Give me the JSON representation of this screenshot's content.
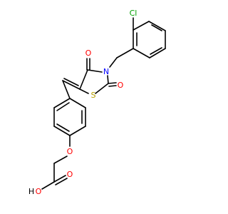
{
  "atom_labels": {
    "cl": "Cl",
    "n": "N",
    "s": "S",
    "o_ring_top": "O",
    "o_ring_right": "O",
    "o_ether": "O",
    "o_acid_carbonyl": "O",
    "h_acid": "H",
    "o_acid_hydroxyl": "O"
  },
  "colors": {
    "bond": "#000000",
    "oxygen": "#ff0000",
    "nitrogen": "#0000ff",
    "sulfur": "#b8a000",
    "chlorine": "#00a000",
    "hydrogen": "#000000"
  }
}
